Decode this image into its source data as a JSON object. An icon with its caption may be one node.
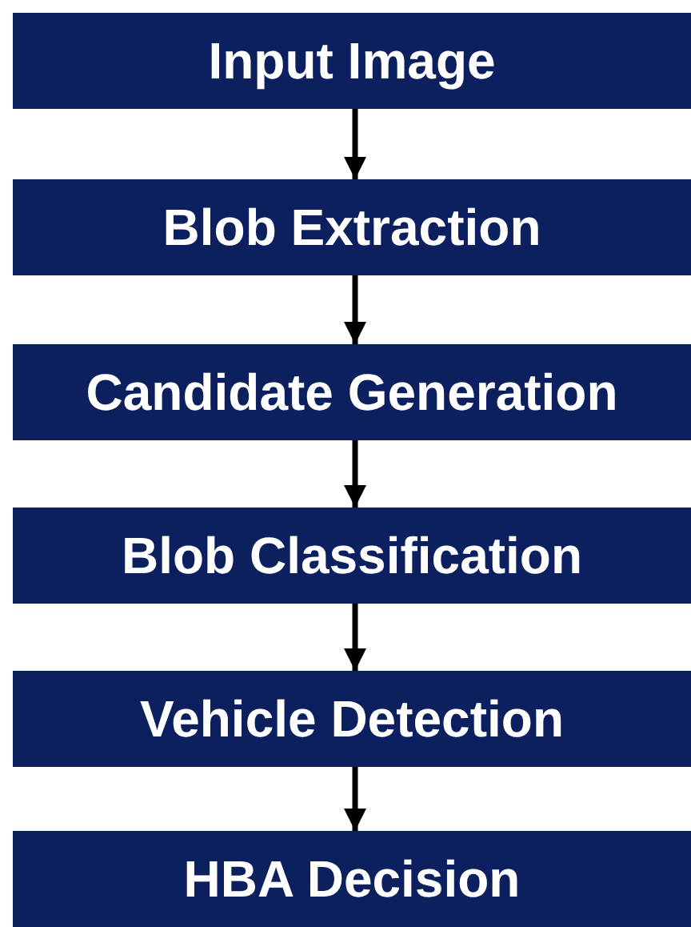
{
  "diagram": {
    "nodes": [
      {
        "text": [
          "Input Image"
        ]
      },
      {
        "text": [
          "Blob Extraction"
        ]
      },
      {
        "text": [
          "Candidate Generation"
        ]
      },
      {
        "text": [
          "Blob Classification"
        ]
      },
      {
        "text": [
          "Vehicle Detection"
        ]
      },
      {
        "text": [
          "HBA Decision"
        ]
      }
    ],
    "edges": [
      {
        "from": 0,
        "to": 1,
        "arrow": "to"
      },
      {
        "from": 1,
        "to": 2,
        "arrow": "to"
      },
      {
        "from": 2,
        "to": 3,
        "arrow": "to"
      },
      {
        "from": 3,
        "to": 4,
        "arrow": "to"
      },
      {
        "from": 4,
        "to": 5,
        "arrow": "to"
      }
    ]
  }
}
